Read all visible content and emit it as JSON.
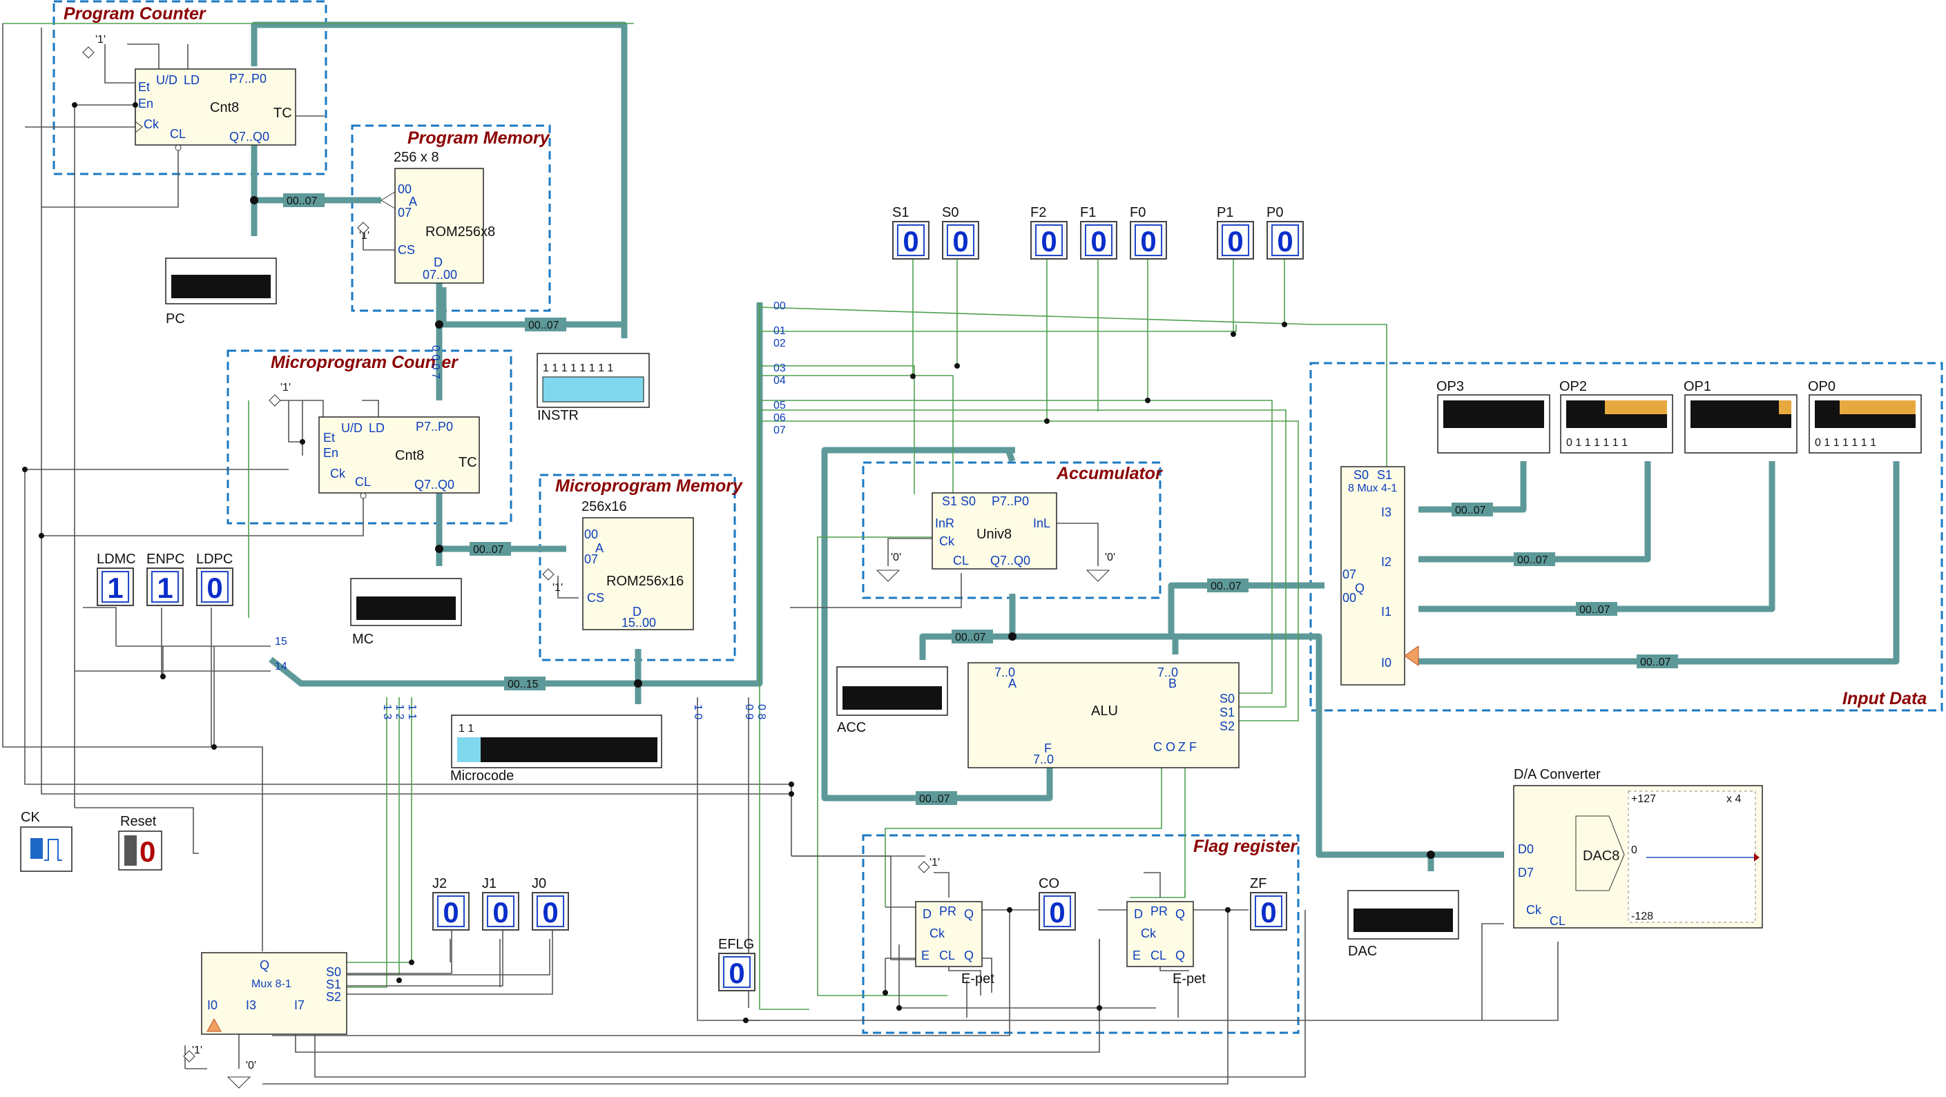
{
  "regions": {
    "program_counter": "Program Counter",
    "program_memory": "Program Memory",
    "microprogram_counter": "Microprogram Counter",
    "microprogram_memory": "Microprogram Memory",
    "accumulator": "Accumulator",
    "flag_register": "Flag register",
    "input_data": "Input Data",
    "da_converter": "D/A Converter"
  },
  "pc_block": {
    "name": "Cnt8",
    "et": "Et",
    "en": "En",
    "ck": "Ck",
    "ud": "U/D",
    "ld": "LD",
    "p": "P7..P0",
    "tc": "TC",
    "q": "Q7..Q0",
    "cl": "CL",
    "const": "'1'"
  },
  "pm_block": {
    "size": "256 x 8",
    "name": "ROM256x8",
    "a": "A",
    "a0": "00",
    "a7": "07",
    "cs": "CS",
    "d": "D",
    "d_range": "07..00",
    "const": "'1'"
  },
  "mpc_block": {
    "name": "Cnt8",
    "et": "Et",
    "en": "En",
    "ck": "Ck",
    "ud": "U/D",
    "ld": "LD",
    "p": "P7..P0",
    "tc": "TC",
    "q": "Q7..Q0",
    "cl": "CL",
    "const": "'1'"
  },
  "mpm_block": {
    "size": "256x16",
    "name": "ROM256x16",
    "a": "A",
    "a0": "00",
    "a7": "07",
    "cs": "CS",
    "d": "D",
    "d_range": "15..00",
    "const": "'1'"
  },
  "acc_block": {
    "name": "Univ8",
    "s1s0": "S1 S0",
    "p": "P7..P0",
    "inr": "InR",
    "inl": "InL",
    "ck": "Ck",
    "cl": "CL",
    "q": "Q7..Q0",
    "zero_left": "'0'",
    "zero_right": "'0'"
  },
  "alu_block": {
    "name": "ALU",
    "a": "A",
    "b": "B",
    "range": "7..0",
    "s0": "S0",
    "s1": "S1",
    "s2": "S2",
    "f": "F",
    "co": "C O",
    "zf": "Z F"
  },
  "mux4": {
    "name": "8 Mux 4-1",
    "s0": "S0",
    "s1": "S1",
    "i3": "I3",
    "i2": "I2",
    "i1": "I1",
    "i0": "I0",
    "q": "Q",
    "b07": "07",
    "b00": "00"
  },
  "mux8": {
    "name": "Mux 8-1",
    "q": "Q",
    "s0": "S0",
    "s1": "S1",
    "s2": "S2",
    "i0": "I0",
    "i3": "I3",
    "i7": "I7",
    "one": "'1'",
    "zero": "'0'"
  },
  "dac_block": {
    "name": "DAC8",
    "d0": "D0",
    "d7": "D7",
    "ck": "Ck",
    "cl": "CL",
    "scale_top": "+127",
    "scale_mid": "0",
    "scale_bot": "-128",
    "gain": "x 4"
  },
  "flags": {
    "dff": "E-pet",
    "d": "D",
    "ck": "Ck",
    "e": "E",
    "pr": "PR",
    "q": "Q",
    "qbar": "Q",
    "cl": "CL",
    "const": "'1'"
  },
  "hex_displays": [
    {
      "label": "S1",
      "value": "0"
    },
    {
      "label": "S0",
      "value": "0"
    },
    {
      "label": "F2",
      "value": "0"
    },
    {
      "label": "F1",
      "value": "0"
    },
    {
      "label": "F0",
      "value": "0"
    },
    {
      "label": "P1",
      "value": "0"
    },
    {
      "label": "P0",
      "value": "0"
    },
    {
      "label": "LDMC",
      "value": "1"
    },
    {
      "label": "ENPC",
      "value": "1"
    },
    {
      "label": "LDPC",
      "value": "0"
    },
    {
      "label": "J2",
      "value": "0"
    },
    {
      "label": "J1",
      "value": "0"
    },
    {
      "label": "J0",
      "value": "0"
    },
    {
      "label": "CO",
      "value": "0"
    },
    {
      "label": "ZF",
      "value": "0"
    },
    {
      "label": "EFLG",
      "value": "0"
    }
  ],
  "bar_displays": {
    "pc": "PC",
    "instr": "INSTR",
    "mc": "MC",
    "acc": "ACC",
    "dac": "DAC",
    "microcode": "Microcode",
    "instr_bits": "1 1 1 1 1 1 1 1",
    "microcode_bits": "1 1",
    "op_bits": "0 1 1 1 1 1 1"
  },
  "op_switches": [
    "OP3",
    "OP2",
    "OP1",
    "OP0"
  ],
  "bus_labels": {
    "b8": "00..07",
    "b16": "00..15",
    "b15": "15",
    "b14": "14"
  },
  "microcode_taps": [
    "00",
    "01",
    "02",
    "03",
    "04",
    "05",
    "06",
    "07"
  ],
  "bottom_taps": {
    "t13": "1 3",
    "t12": "1 2",
    "t11": "1 1",
    "t10": "1 0",
    "t09": "0 9",
    "t08": "0 8"
  },
  "pmem_taps": "0 0 0 7",
  "controls": {
    "ck": "CK",
    "reset": "Reset",
    "reset_value": "0"
  }
}
